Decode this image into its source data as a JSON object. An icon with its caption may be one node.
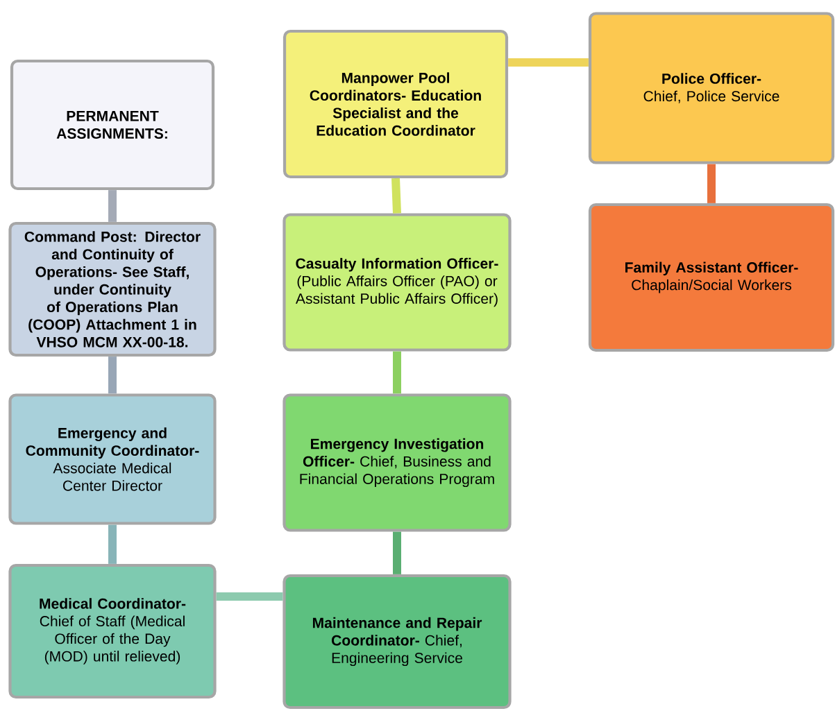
{
  "diagram": {
    "nodes": [
      {
        "text": [
          "PERMANENT ASSIGNMENTS:"
        ]
      },
      {
        "text": [
          "Command Post: Director and Continuity of Operations- See Staff, under Continuity of Operations Plan (COOP) Attachment 1 in VHSO MCM XX-00-18."
        ]
      },
      {
        "text": [
          "**Emergency and Community Coordinator-** Associate Medical Center Director"
        ]
      },
      {
        "text": [
          "**Medical Coordinator-** Chief of Staff (Medical Officer of the Day (MOD) until relieved)"
        ]
      },
      {
        "text": [
          "Manpower Pool Coordinators- Education Specialist and the Education Coordinator"
        ]
      },
      {
        "text": [
          "**Casualty Information Officer-** (Public Affairs Officer (PAO) or Assistant Public Affairs Officer)"
        ]
      },
      {
        "text": [
          "**Emergency Investigation Officer-** Chief, Business and Financial Operations Program"
        ]
      },
      {
        "text": [
          "**Maintenance and Repair Coordinator-** Chief, Engineering Service"
        ]
      },
      {
        "text": [
          "**Police Officer-** Chief, Police Service"
        ]
      },
      {
        "text": [
          "**Family Assistant Officer-** Chaplain/Social Workers"
        ]
      }
    ],
    "edges": [
      {
        "from": 0,
        "to": 1,
        "arrow": "none",
        "color": "#a4aab6"
      },
      {
        "from": 1,
        "to": 2,
        "arrow": "none",
        "color": "#98a6b6"
      },
      {
        "from": 2,
        "to": 3,
        "arrow": "none",
        "color": "#88b4b8"
      },
      {
        "from": 3,
        "to": 7,
        "arrow": "none",
        "color": "#8ccaae"
      },
      {
        "from": 7,
        "to": 6,
        "arrow": "none",
        "color": "#5aae72"
      },
      {
        "from": 6,
        "to": 5,
        "arrow": "none",
        "color": "#8cd060"
      },
      {
        "from": 5,
        "to": 4,
        "arrow": "none",
        "color": "#d0e25e"
      },
      {
        "from": 4,
        "to": 8,
        "arrow": "none",
        "color": "#eed45a"
      },
      {
        "from": 8,
        "to": 9,
        "arrow": "none",
        "color": "#e8703c"
      }
    ]
  }
}
